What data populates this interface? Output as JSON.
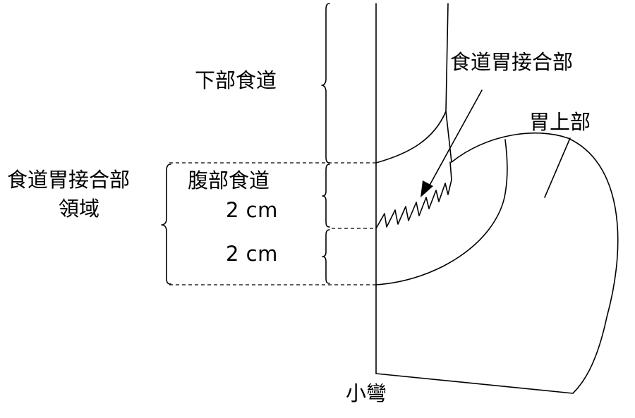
{
  "labels": {
    "lower_esophagus": "下部食道",
    "ej_junction": "食道胃接合部",
    "fundus": "胃上部",
    "ej_region_line1": "食道胃接合部",
    "ej_region_line2": "領域",
    "abdominal_esophagus": "腹部食道",
    "upper_measure": "2 cm",
    "lower_measure": "2 cm",
    "lesser_curvature": "小彎"
  },
  "colors": {
    "line": "#000000",
    "background": "#ffffff"
  }
}
